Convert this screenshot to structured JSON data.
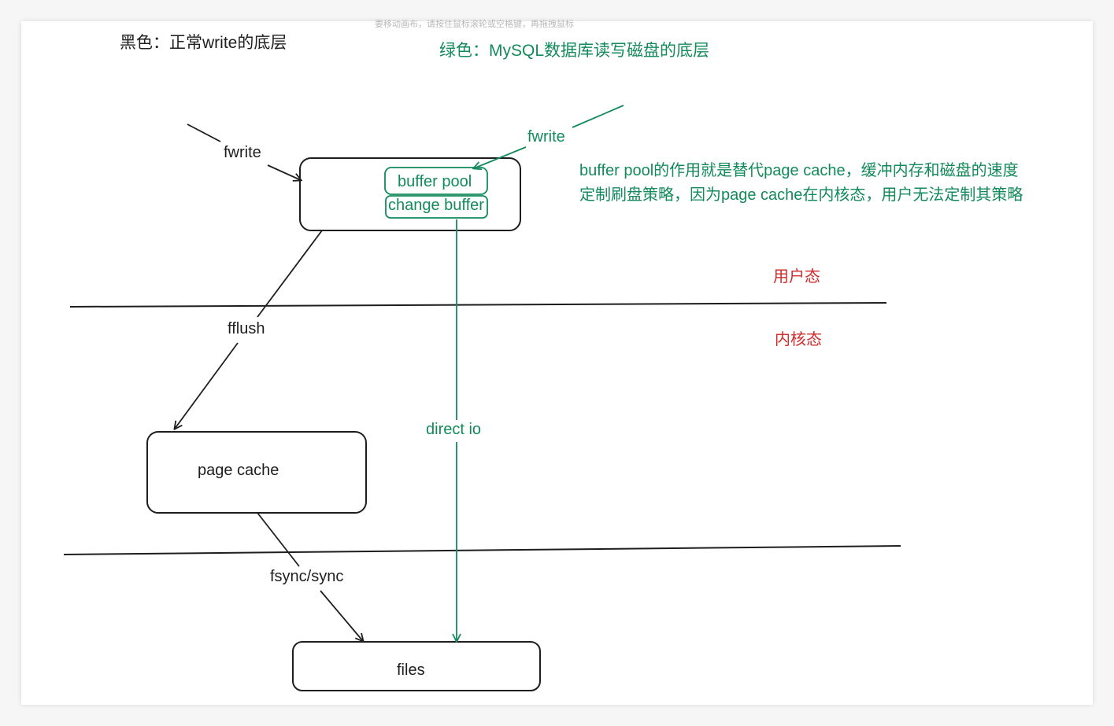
{
  "hint": "要移动画布，请按住鼠标滚轮或空格键，再拖拽鼠标",
  "legend": {
    "black": "黑色：正常write的底层",
    "green": "绿色：MySQL数据库读写磁盘的底层"
  },
  "description": {
    "line1": "buffer pool的作用就是替代page cache，缓冲内存和磁盘的速度",
    "line2": "定制刷盘策略，因为page cache在内核态，用户无法定制其策略"
  },
  "layers": {
    "user": "用户态",
    "kernel": "内核态"
  },
  "boxes": {
    "buffer_pool": "buffer pool",
    "change_buffer": "change buffer",
    "page_cache": "page cache",
    "files": "files"
  },
  "edges": {
    "fwrite_black": "fwrite",
    "fwrite_green": "fwrite",
    "fflush": "fflush",
    "fsync": "fsync/sync",
    "direct_io": "direct io"
  },
  "colors": {
    "black": "#1e1e1e",
    "green": "#138a5c",
    "red": "#d12b2b"
  }
}
